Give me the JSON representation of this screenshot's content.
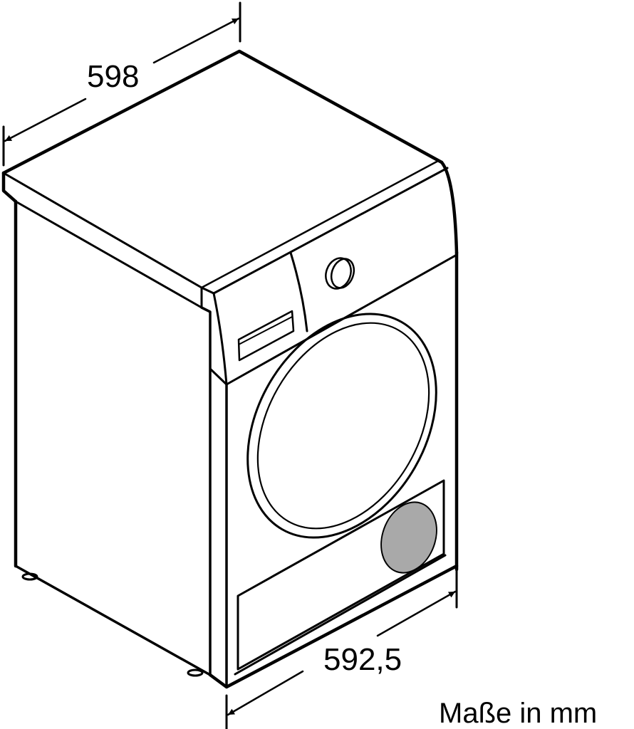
{
  "diagram": {
    "type": "technical-dimension-drawing",
    "subject": "front-loading tumble dryer, isometric view",
    "dimensions": {
      "width": {
        "label": "598",
        "value": 598
      },
      "depth": {
        "label": "592,5",
        "value": 592.5
      }
    },
    "units_note": "Maße in mm",
    "colors": {
      "line": "#000000",
      "background": "#ffffff",
      "filter_cover_fill": "#a9a9a9"
    },
    "parts": [
      "worktop",
      "detergent-drawer",
      "program-knob",
      "door-ring",
      "plinth-panel",
      "filter-cover",
      "feet"
    ]
  }
}
